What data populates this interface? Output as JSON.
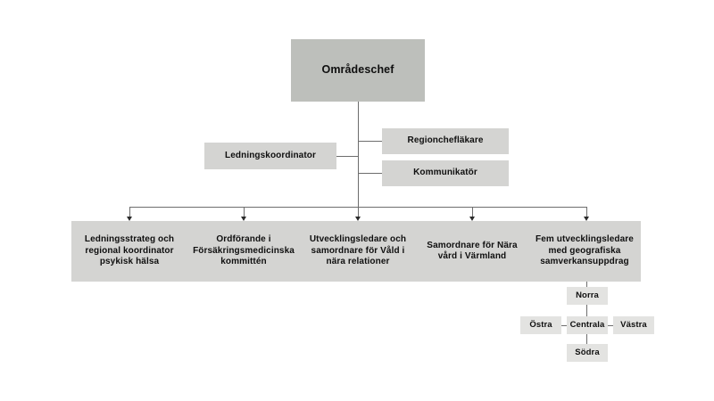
{
  "chart": {
    "type": "org-chart",
    "language": "sv",
    "background_color": "#ffffff",
    "box_color_primary": "#bdbfbb",
    "box_color_secondary": "#d4d4d2",
    "box_color_geo": "#e3e3e1",
    "line_color": "#6d6d6d",
    "text_color": "#0f0f0f"
  },
  "top": {
    "label": "Områdeschef"
  },
  "staff": {
    "coordinator": {
      "label": "Ledningskoordinator"
    },
    "right_items": [
      {
        "label": "Regionchefläkare"
      },
      {
        "label": "Kommunikatör"
      }
    ]
  },
  "units": [
    {
      "label": "Ledningsstrateg och regional koordinator psykisk hälsa"
    },
    {
      "label": "Ordförande i Försäkringsmedicinska kommittén"
    },
    {
      "label": "Utvecklingsledare och samordnare för Våld i nära relationer"
    },
    {
      "label": "Samordnare för Nära vård i Värmland"
    },
    {
      "label": "Fem utvecklingsledare med geografiska samverkansuppdrag"
    }
  ],
  "geographic": {
    "north": {
      "label": "Norra"
    },
    "east": {
      "label": "Östra"
    },
    "center": {
      "label": "Centrala"
    },
    "west": {
      "label": "Västra"
    },
    "south": {
      "label": "Södra"
    }
  }
}
